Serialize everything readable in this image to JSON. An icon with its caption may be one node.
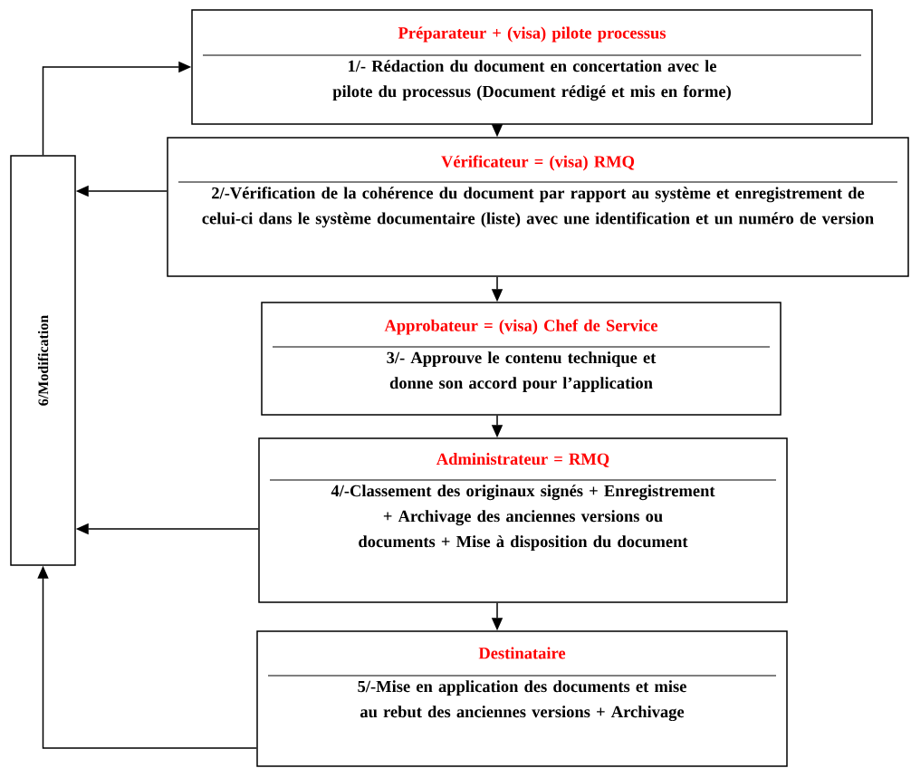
{
  "diagram": {
    "nodes": [
      {
        "text": [
          "Préparateur + (visa) pilote processus",
          "1/- Rédaction du document en concertation avec le pilote du processus (Document rédigé et mis en forme)"
        ]
      },
      {
        "text": [
          "Vérificateur = (visa) RMQ",
          "2/-Vérification de la cohérence du document par rapport au système et enregistrement de celui-ci dans le système documentaire (liste) avec une identification et un numéro de version"
        ]
      },
      {
        "text": [
          "Approbateur = (visa) Chef de Service",
          "3/- Approuve le contenu technique et donne son accord pour l’application"
        ]
      },
      {
        "text": [
          "Administrateur = RMQ",
          "4/-Classement des originaux signés + Enregistrement + Archivage des anciennes versions ou documents + Mise à disposition du document"
        ]
      },
      {
        "text": [
          "Destinataire",
          "5/-Mise en application des documents et mise au rebut des anciennes versions + Archivage"
        ]
      },
      {
        "text": [
          "6/Modification"
        ]
      }
    ],
    "edges": [
      {
        "from": 0,
        "to": 1,
        "arrow": "to"
      },
      {
        "from": 1,
        "to": 2,
        "arrow": "to"
      },
      {
        "from": 2,
        "to": 3,
        "arrow": "to"
      },
      {
        "from": 3,
        "to": 4,
        "arrow": "to"
      },
      {
        "from": 1,
        "to": 5,
        "arrow": "to"
      },
      {
        "from": 3,
        "to": 5,
        "arrow": "to"
      },
      {
        "from": 4,
        "to": 5,
        "arrow": "to"
      },
      {
        "from": 5,
        "to": 0,
        "arrow": "to"
      }
    ]
  }
}
